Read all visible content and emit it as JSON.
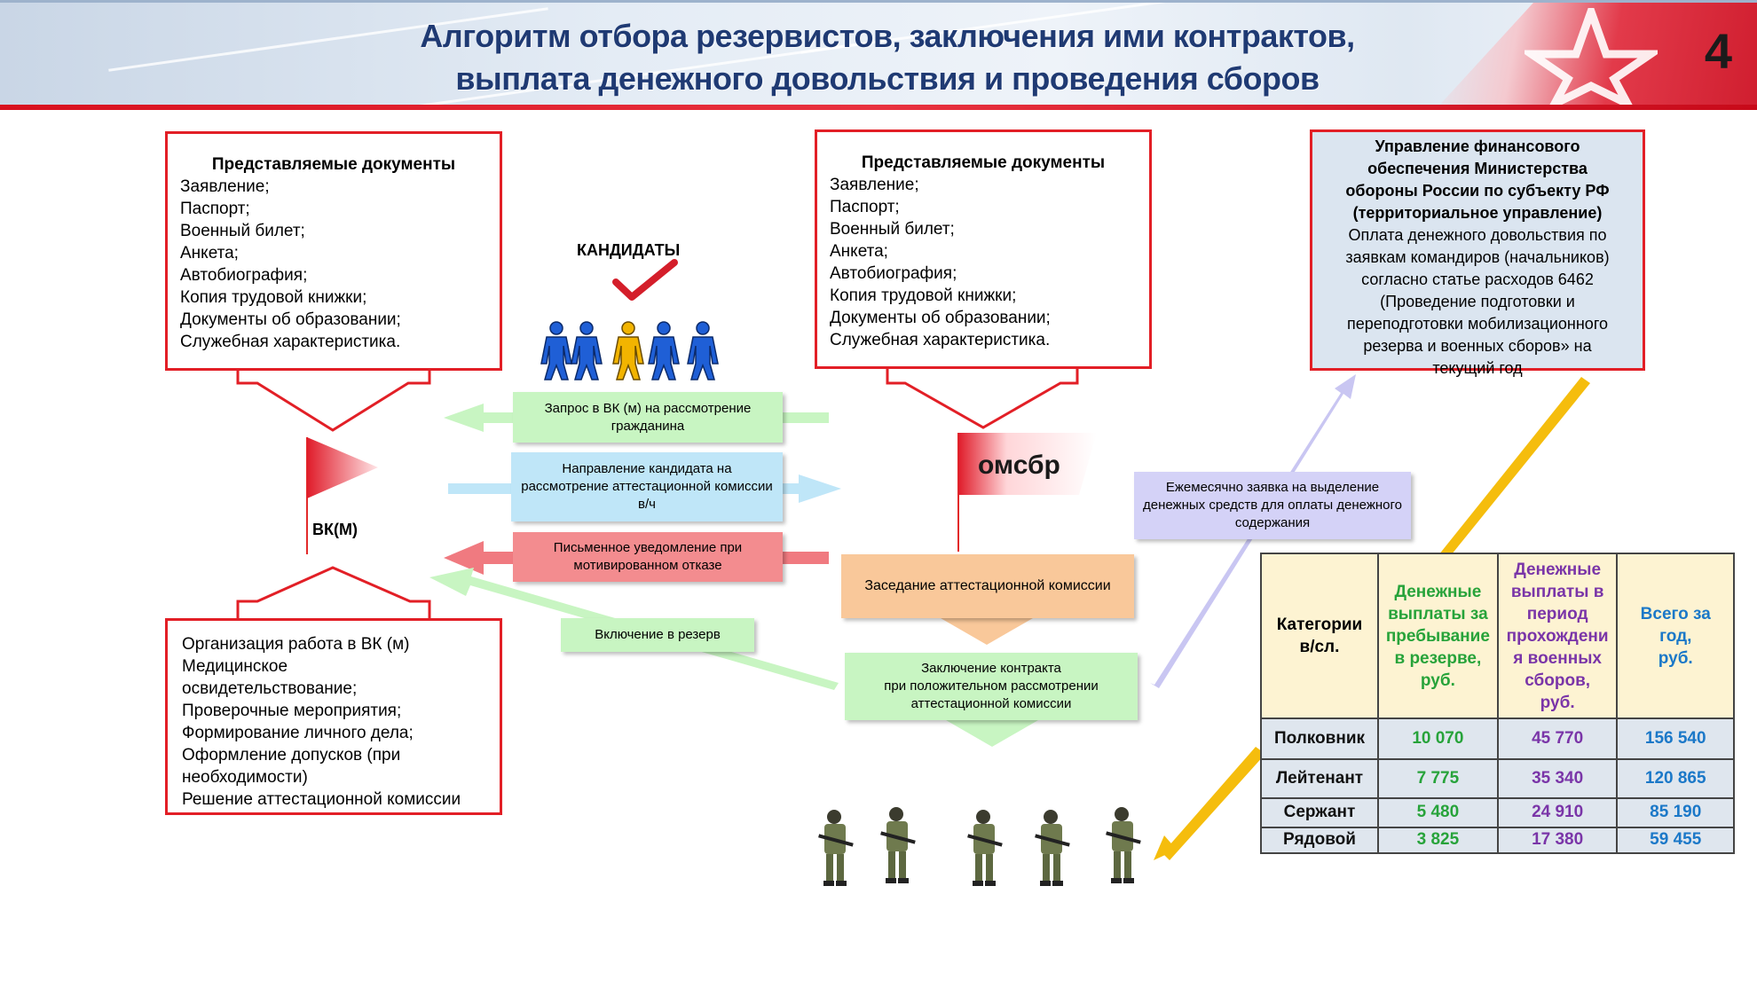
{
  "header": {
    "title_line1": "Алгоритм отбора резервистов, заключения ими контрактов,",
    "title_line2": "выплата денежного довольствия и проведения сборов",
    "page_number": "4"
  },
  "docs_left": {
    "title": "Представляемые документы",
    "items": [
      "Заявление;",
      "Паспорт;",
      "Военный билет;",
      "Анкета;",
      "Автобиография;",
      "Копия трудовой книжки;",
      "Документы об образовании;",
      "Служебная характеристика."
    ]
  },
  "docs_center": {
    "title": "Представляемые документы",
    "items": [
      "Заявление;",
      "Паспорт;",
      "Военный билет;",
      "Анкета;",
      "Автобиография;",
      "Копия трудовой книжки;",
      "Документы об образовании;",
      "Служебная характеристика."
    ]
  },
  "finance": {
    "title_lines": [
      "Управление финансового",
      "обеспечения Министерства",
      "обороны России по субъекту РФ",
      "(территориальное управление)"
    ],
    "body_lines": [
      "Оплата денежного довольствия по",
      "заявкам командиров (начальников)",
      "согласно статье расходов 6462",
      "(Проведение подготовки и",
      "переподготовки мобилизационного",
      "резерва и военных сборов» на",
      "текущий год"
    ]
  },
  "candidates_label": "КАНДИДАТЫ",
  "vkm_label": "ВК(М)",
  "omsbr_label": "омсбр",
  "flows": {
    "request": "Запрос в ВК (м) на рассмотрение гражданина",
    "direction": "Направление кандидата на рассмотрение аттестационной комиссии в/ч",
    "notice": "Письменное уведомление  при мотивированном отказе",
    "reserve": "Включение в резерв",
    "commission": "Заседание аттестационной комиссии",
    "contract_lines": [
      "Заключение контракта",
      "при положительном рассмотрении",
      "аттестационной комиссии"
    ],
    "monthly": "Ежемесячно заявка на выделение денежных средств для оплаты денежного содержания"
  },
  "vk_tasks": {
    "items": [
      "Организация работа в ВК (м)",
      "Медицинское",
      "освидетельствование;",
      "Проверочные мероприятия;",
      "Формирование личного дела;",
      "Оформление допусков (при",
      "необходимости)",
      "Решение аттестационной комиссии"
    ]
  },
  "table": {
    "headers": [
      [
        "Категории",
        "в/сл."
      ],
      [
        "Денежные",
        "выплаты за",
        "пребывание",
        "в резерве,",
        "руб."
      ],
      [
        "Денежные",
        "выплаты в",
        "период",
        "прохождени",
        "я военных",
        "сборов,",
        "руб."
      ],
      [
        "Всего за",
        "год,",
        "руб."
      ]
    ],
    "rows": [
      {
        "category": "Полковник",
        "reserve": "10 070",
        "training": "45 770",
        "total": "156 540"
      },
      {
        "category": "Лейтенант",
        "reserve": "7 775",
        "training": "35 340",
        "total": "120 865"
      },
      {
        "category": "Сержант",
        "reserve": "5 480",
        "training": "24 910",
        "total": "85 190"
      },
      {
        "category": "Рядовой",
        "reserve": "3 825",
        "training": "17 380",
        "total": "59 455"
      }
    ]
  },
  "colors": {
    "box_border": "#e21f26",
    "header_text": "#1f3a73",
    "candidate_blue": "#1f5fd6",
    "candidate_selected": "#f2b400",
    "arrow_yellow": "#f5bd0d",
    "arrow_lavender": "#c9c6f2",
    "arrow_green": "#c8f5c2",
    "arrow_blue": "#bfe6f8",
    "arrow_red": "#f07a80"
  }
}
